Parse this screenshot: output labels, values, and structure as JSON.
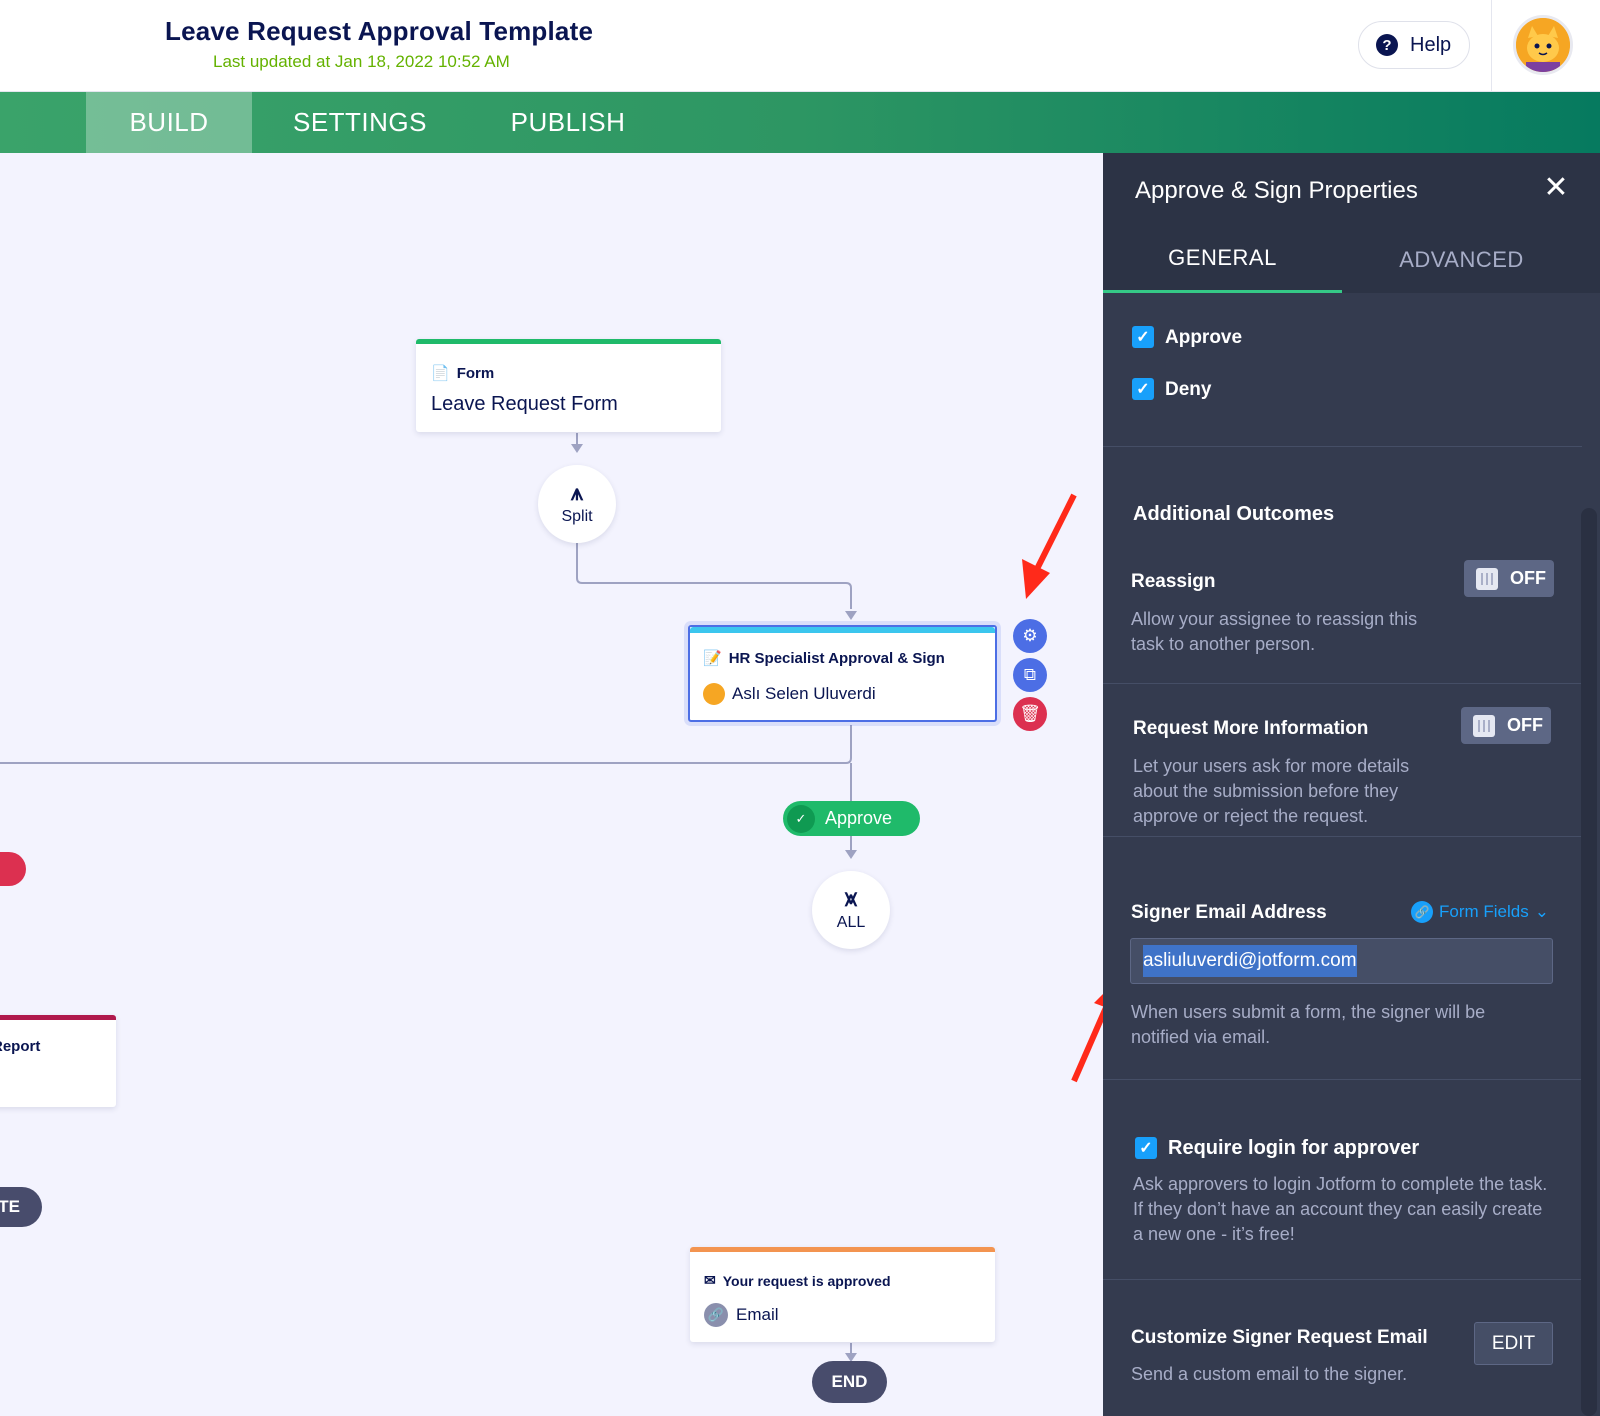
{
  "header": {
    "title": "Leave Request Approval Template",
    "subtitle": "Last updated at Jan 18, 2022 10:52 AM",
    "help_label": "Help",
    "help_icon": "question-circle-icon"
  },
  "nav": {
    "tabs": [
      {
        "label": "BUILD",
        "active": true
      },
      {
        "label": "SETTINGS",
        "active": false
      },
      {
        "label": "PUBLISH",
        "active": false
      }
    ]
  },
  "canvas": {
    "form_node": {
      "type_label": "Form",
      "name": "Leave Request Form",
      "bar_color": "#1fba6a"
    },
    "split_node": {
      "label": "Split"
    },
    "hr_node": {
      "type_label": "HR Specialist Approval & Sign",
      "assignee": "Aslı Selen Uluverdi",
      "bar_color": "#3bc6ee"
    },
    "approve_pill": {
      "label": "Approve"
    },
    "all_node": {
      "label": "ALL"
    },
    "email_node": {
      "type_label": "Your request is approved",
      "name": "Email",
      "bar_color": "#f39450"
    },
    "end_node": {
      "label": "END"
    },
    "partial_report_card": {
      "type_label": "Report",
      "bar_color": "#b0184c"
    },
    "partial_pill": {
      "label": "ATE"
    },
    "side_actions": [
      {
        "icon": "gear-icon",
        "color": "#4c6ee5"
      },
      {
        "icon": "duplicate-icon",
        "color": "#4c6ee5"
      },
      {
        "icon": "trash-icon",
        "color": "#dc3050"
      }
    ]
  },
  "panel": {
    "title": "Approve & Sign Properties",
    "tabs": [
      {
        "label": "GENERAL",
        "active": true
      },
      {
        "label": "ADVANCED",
        "active": false
      }
    ],
    "signature_options": [
      {
        "label": "Approve",
        "checked": true
      },
      {
        "label": "Deny",
        "checked": true
      }
    ],
    "additional_outcomes_title": "Additional Outcomes",
    "reassign": {
      "title": "Reassign",
      "description": "Allow your assignee to reassign this task to another person.",
      "toggle": "OFF"
    },
    "request_more_info": {
      "title": "Request More Information",
      "description": "Let your users ask for more details about the submission before they approve or reject the request.",
      "toggle": "OFF"
    },
    "signer_email": {
      "title": "Signer Email Address",
      "form_fields_label": "Form Fields",
      "value": "asliuluverdi@jotform.com",
      "help": "When users submit a form, the signer will be notified via email."
    },
    "require_login": {
      "label": "Require login for approver",
      "checked": true,
      "description": "Ask approvers to login Jotform to complete the task. If they don’t have an account they can easily create a new one - it’s free!"
    },
    "customize_email": {
      "title": "Customize Signer Request Email",
      "description": "Send a custom email to the signer.",
      "button": "EDIT"
    }
  }
}
